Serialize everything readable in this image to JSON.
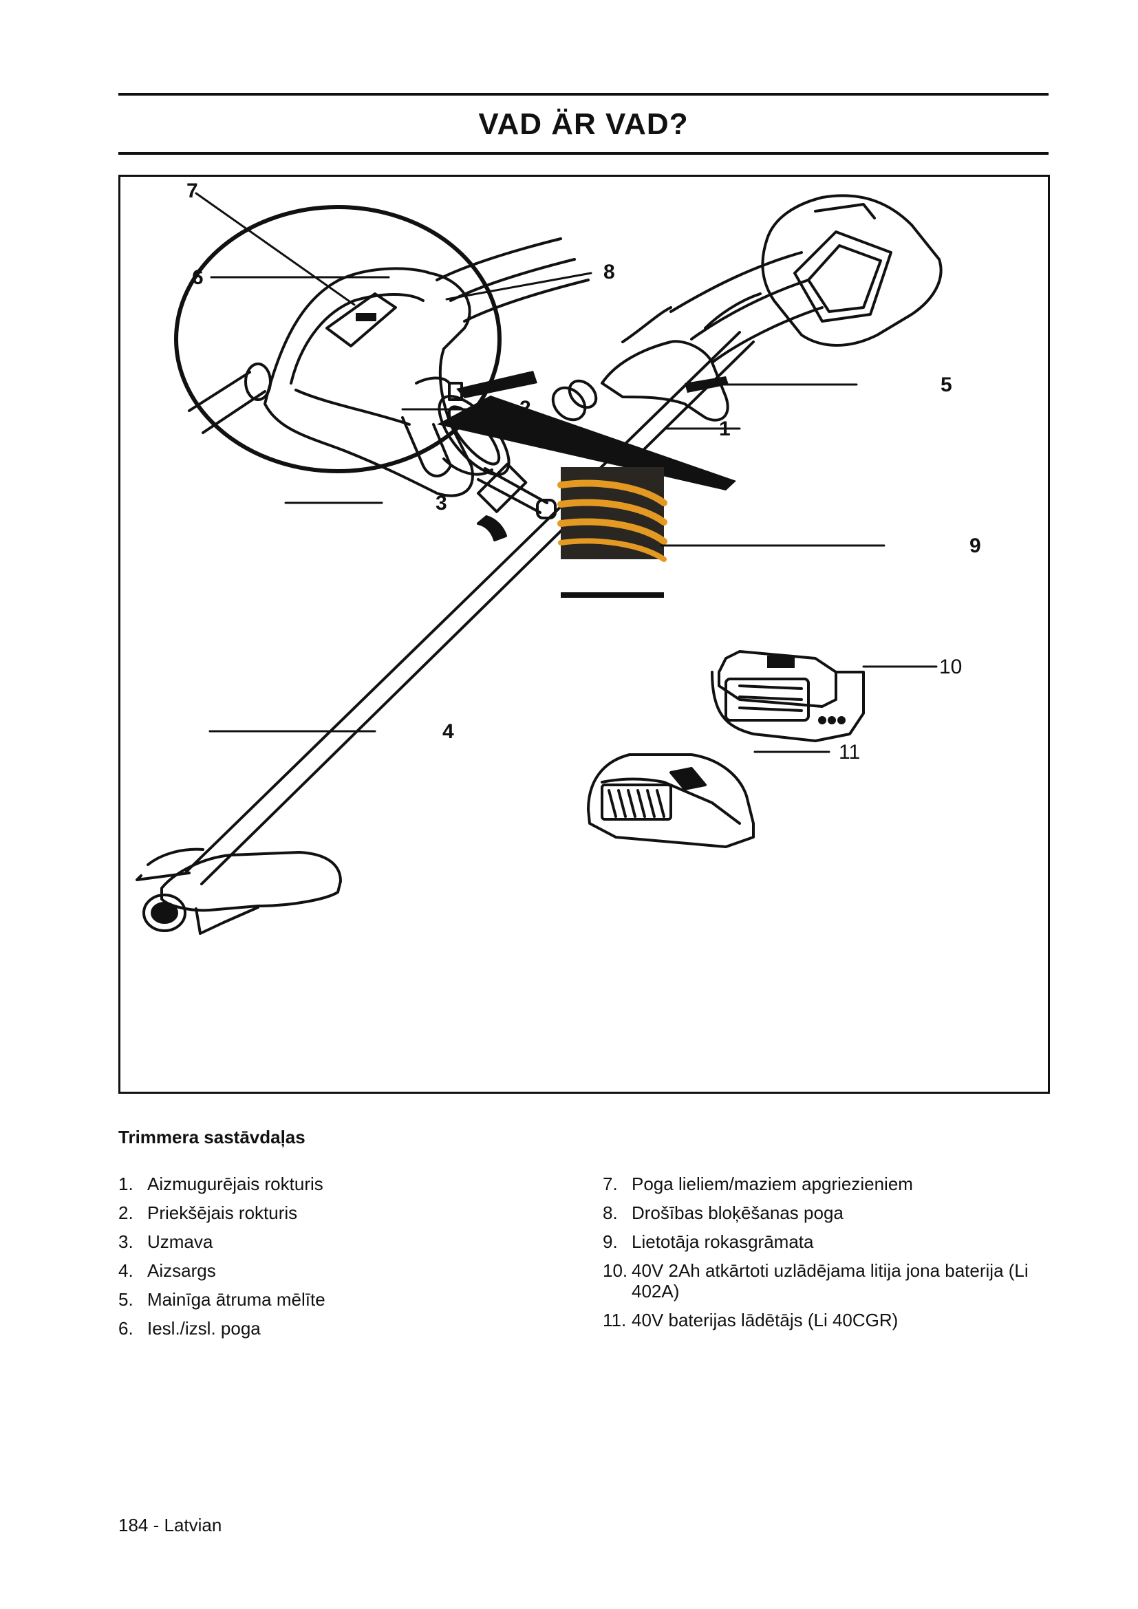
{
  "header": {
    "title": "VAD ÄR VAD?"
  },
  "figure": {
    "callouts": [
      "1",
      "2",
      "3",
      "4",
      "5",
      "6",
      "7",
      "8",
      "9",
      "10",
      "11"
    ]
  },
  "caption": "Trimmera sastāvdaļas",
  "parts_left": [
    {
      "num": "1.",
      "text": "Aizmugurējais rokturis"
    },
    {
      "num": "2.",
      "text": "Priekšējais rokturis"
    },
    {
      "num": "3.",
      "text": "Uzmava"
    },
    {
      "num": "4.",
      "text": "Aizsargs"
    },
    {
      "num": "5.",
      "text": "Mainīga ātruma mēlīte"
    },
    {
      "num": "6.",
      "text": "Iesl./izsl. poga"
    }
  ],
  "parts_right": [
    {
      "num": "7.",
      "text": "Poga lieliem/maziem apgriezieniem"
    },
    {
      "num": "8.",
      "text": "Drošības bloķēšanas poga"
    },
    {
      "num": "9.",
      "text": "Lietotāja rokasgrāmata"
    },
    {
      "num": "10.",
      "text": "40V 2Ah atkārtoti uzlādējama litija jona baterija (Li 402A)"
    },
    {
      "num": "11.",
      "text": "40V baterijas lādētājs (Li 40CGR)"
    }
  ],
  "footer": {
    "page": "184 - Latvian"
  },
  "colors": {
    "ink": "#111111",
    "manual_orange": "#e49a22",
    "manual_dark": "#2a2622"
  }
}
